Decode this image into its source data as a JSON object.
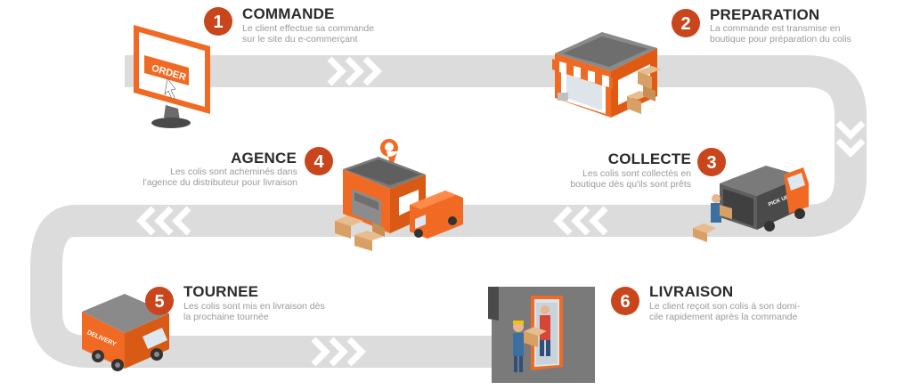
{
  "colors": {
    "path": "#dcdcdc",
    "chevron": "#ffffff",
    "accent": "#f06a24",
    "badge": "#c9461d",
    "title": "#2b2b2b",
    "description": "#9a9a9a"
  },
  "steps": [
    {
      "number": "1",
      "title": "COMMANDE",
      "desc_line1": "Le client effectue sa commande",
      "desc_line2": "sur le site du e-commerçant",
      "icon": "order-monitor-icon"
    },
    {
      "number": "2",
      "title": "PREPARATION",
      "desc_line1": "La commande est transmise en",
      "desc_line2": "boutique pour préparation du colis",
      "icon": "shop-icon"
    },
    {
      "number": "3",
      "title": "COLLECTE",
      "desc_line1": "Les colis sont collectés en",
      "desc_line2": "boutique dès qu'ils sont prêts",
      "icon": "pickup-truck-icon"
    },
    {
      "number": "4",
      "title": "AGENCE",
      "desc_line1": "Les colis sont acheminés dans",
      "desc_line2": "l'agence du distributeur pour livraison",
      "icon": "agency-building-icon"
    },
    {
      "number": "5",
      "title": "TOURNEE",
      "desc_line1": "Les colis sont mis en livraison dès",
      "desc_line2": "la prochaine tournée",
      "icon": "delivery-van-icon"
    },
    {
      "number": "6",
      "title": "LIVRAISON",
      "desc_line1": "Le client reçoit son colis à son domi-",
      "desc_line2": "cile rapidement après la commande",
      "icon": "doorstep-delivery-icon"
    }
  ],
  "icon_labels": {
    "order": "ORDER",
    "pickup": "PICK UP",
    "delivery": "DELIVERY"
  }
}
